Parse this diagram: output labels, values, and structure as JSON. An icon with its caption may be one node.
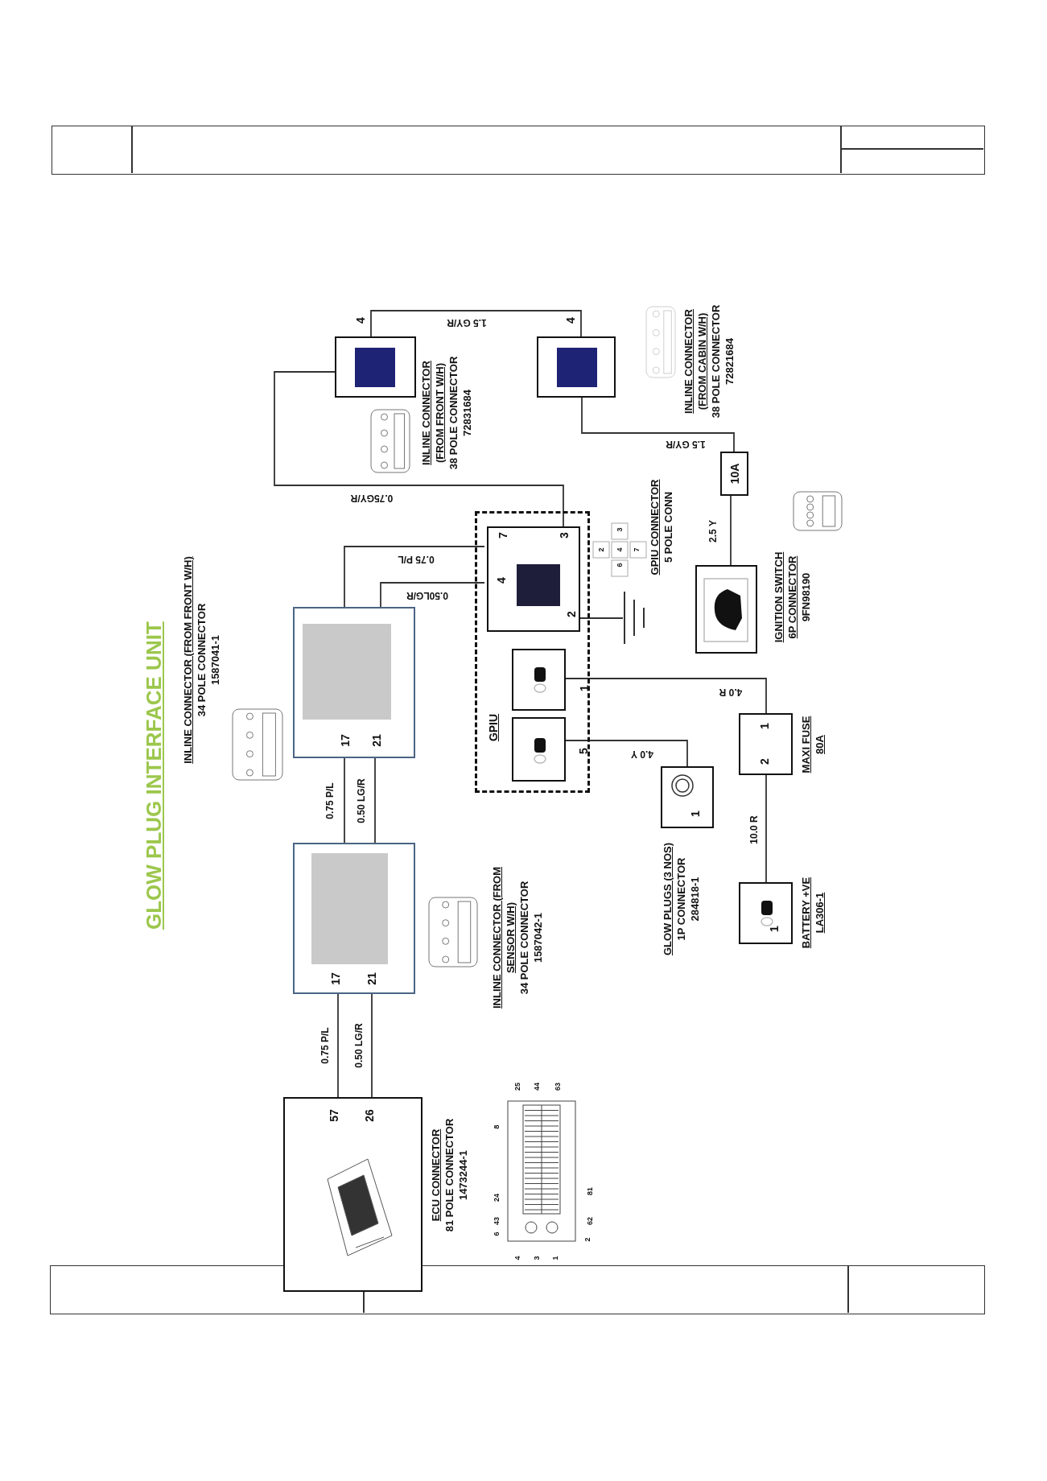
{
  "diagram": {
    "title": "GLOW PLUG INTERFACE UNIT",
    "nodes": [
      {
        "text": [
          "57",
          "26"
        ],
        "beside": [
          "ECU CONNECTOR",
          "81 POLE CONNECTOR",
          "1473244-1"
        ]
      },
      {
        "text": [
          "17",
          "21"
        ],
        "beside": [
          "INLINE CONNECTOR (FROM SENSOR W/H)",
          "34 POLE CONNECTOR",
          "1587042-1"
        ]
      },
      {
        "text": [
          "17",
          "21"
        ],
        "beside": [
          "INLINE CONNECTOR (FROM FRONT W/H)",
          "34 POLE CONNECTOR",
          "1587041-1"
        ]
      },
      {
        "text": [
          "GPIU"
        ]
      },
      {
        "text": [
          "7",
          "3",
          "4",
          "2"
        ],
        "in": 3,
        "beside": [
          "GPIU CONNECTOR",
          "5 POLE CONN"
        ]
      },
      {
        "text": [
          "1"
        ],
        "in": 3
      },
      {
        "text": [
          "5"
        ],
        "in": 3
      },
      {
        "text": [
          "4"
        ],
        "beside": [
          "INLINE CONNECTOR (FROM FRONT W/H)",
          "38 POLE CONNECTOR",
          "72831684"
        ]
      },
      {
        "text": [
          "4"
        ],
        "beside": [
          "INLINE CONNECTOR (FROM CABIN W/H)",
          "38 POLE CONNECTOR",
          "72821684"
        ]
      },
      {
        "text": [
          "10A"
        ]
      },
      {
        "text": [],
        "shape": "box",
        "beside": [
          "IGNITION SWITCH",
          "6P CONNECTOR",
          "9FN98190"
        ]
      },
      {
        "text": [
          "1"
        ],
        "beside": [
          "GLOW PLUGS (3 NOS)",
          "1P CONNECTOR",
          "284818-1"
        ]
      },
      {
        "text": [
          "1",
          "2"
        ],
        "beside": [
          "MAXI FUSE",
          "80A"
        ]
      },
      {
        "text": [
          "1"
        ],
        "beside": [
          "BATTERY +VE",
          "LA306-1"
        ]
      },
      {
        "text": [],
        "shape": "ground"
      }
    ],
    "edges": [
      {
        "from": 0,
        "to": 1,
        "arrow": "none",
        "label": "0.75 P/L"
      },
      {
        "from": 0,
        "to": 1,
        "arrow": "none",
        "label": "0.50 LG/R"
      },
      {
        "from": 1,
        "to": 2,
        "arrow": "none",
        "label": "0.75 P/L"
      },
      {
        "from": 1,
        "to": 2,
        "arrow": "none",
        "label": "0.50 LG/R"
      },
      {
        "from": 2,
        "to": 4,
        "arrow": "none",
        "label": "0.75 P/L"
      },
      {
        "from": 2,
        "to": 4,
        "arrow": "none",
        "label": "0.50LG/R"
      },
      {
        "from": 4,
        "to": 7,
        "arrow": "none",
        "label": "0.75GY/R"
      },
      {
        "from": 7,
        "to": 8,
        "arrow": "none",
        "label": "1.5 GY/R"
      },
      {
        "from": 8,
        "to": 9,
        "arrow": "none",
        "label": "1.5 GY/R"
      },
      {
        "from": 9,
        "to": 10,
        "arrow": "none",
        "label": "2.5 Y"
      },
      {
        "from": 4,
        "to": 14,
        "arrow": "none"
      },
      {
        "from": 5,
        "to": 12,
        "arrow": "none",
        "label": "4.0 R"
      },
      {
        "from": 6,
        "to": 11,
        "arrow": "none",
        "label": "4.0 Y"
      },
      {
        "from": 12,
        "to": 13,
        "arrow": "none",
        "label": "10.0 R"
      }
    ],
    "labels": [
      "25",
      "44",
      "63",
      "8",
      "24",
      "81",
      "62",
      "2",
      "43",
      "6",
      "4",
      "3",
      "1",
      "2",
      "3",
      "4",
      "6",
      "7"
    ]
  }
}
